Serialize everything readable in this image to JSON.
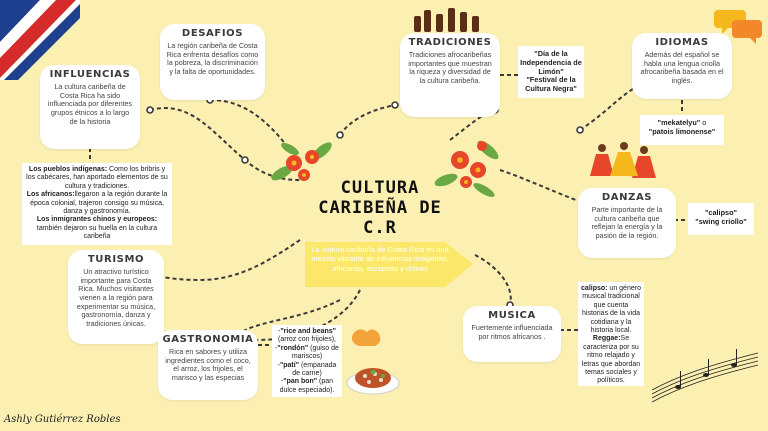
{
  "title": "CULTURA CARIBEÑA DE C.R",
  "intro": "La cultura caribeña de Costa Rica es una mezcla vibrante de influencias indígenas, africanas, europeas y chinas",
  "author": "Ashly Gutiérrez Robles",
  "colors": {
    "background": "#fbf0b2",
    "arrow": "#fbe86a",
    "flower": "#e8462a",
    "leaf": "#6aa843"
  },
  "desafios": {
    "title": "DESAFIOS",
    "text": "La región caribeña de Costa Rica enfrenta desafíos como la pobreza, la discriminación y la falta de oportunidades."
  },
  "influencias": {
    "title": "INFLUENCIAS",
    "text": "La cultura caribeña de Costa Rica ha sido influenciada por diferentes grupos étnicos a lo largo de la historia",
    "notes": [
      {
        "label": "Los pueblos indígenas:",
        "text": " Como los bribris y los cabécares, han aportado elementos de su cultura y tradiciones."
      },
      {
        "label": "Los africanos:",
        "text": "llegaron a la región durante la época colonial, trajeron consigo su música, danza y gastronomía."
      },
      {
        "label": "Los inmigrantes chinos y europeos:",
        "text": " también dejaron su huella en la cultura caribeña"
      }
    ]
  },
  "tradiciones": {
    "title": "TRADICIONES",
    "text": "Tradiciones afrocaribeñas importantes que muestran la riqueza y diversidad de la cultura caribeña.",
    "note": [
      "\"Día de la Independencia de Limón\"",
      "\"Festival de la Cultura Negra\""
    ]
  },
  "idiomas": {
    "title": "IDIOMAS",
    "text": "Además del español se habla una lengua criolla afrocaribeña basada en el inglés.",
    "note_quote": "\"mekatelyu\"",
    "note_or": " o",
    "note_quote2": "\"patois limonense\""
  },
  "danzas": {
    "title": "DANZAS",
    "text": "Parte importante de la cultura caribeña que reflejan la energía y la pasión de la región.",
    "note": [
      "\"calipso\"",
      "\"swing criollo\""
    ]
  },
  "turismo": {
    "title": "TURISMO",
    "text": "Un atractivo turístico importante para Costa Rica. Muchos visitantes vienen a la región para experimentar su música, gastronomía, danza y tradiciones únicas."
  },
  "gastronomia": {
    "title": "GASTRONOMIA",
    "text": "Rica en sabores y utiliza ingredientes como el coco, el arroz, los frijoles, el marisco y las especias",
    "dishes": [
      {
        "name": "\"rice and beans\"",
        "desc": " (arroz con frijoles),"
      },
      {
        "name": "\"rondón\"",
        "desc": " (guiso de mariscos)"
      },
      {
        "name": "\"patí\"",
        "desc": " (empanada de carne)"
      },
      {
        "name": "\"pan bon\"",
        "desc": " (pan dulce especiado)."
      }
    ]
  },
  "musica": {
    "title": "MUSICA",
    "text": "Fuertemente influenciada por ritmos africanos .",
    "note": [
      {
        "label": "calipso:",
        "text": " un género musical tradicional que cuenta historias de la vida cotidiana y la historia local."
      },
      {
        "label": "Reggae:",
        "text": "Se caracteriza por su ritmo relajado y letras que abordan temas sociales y políticos."
      }
    ]
  }
}
